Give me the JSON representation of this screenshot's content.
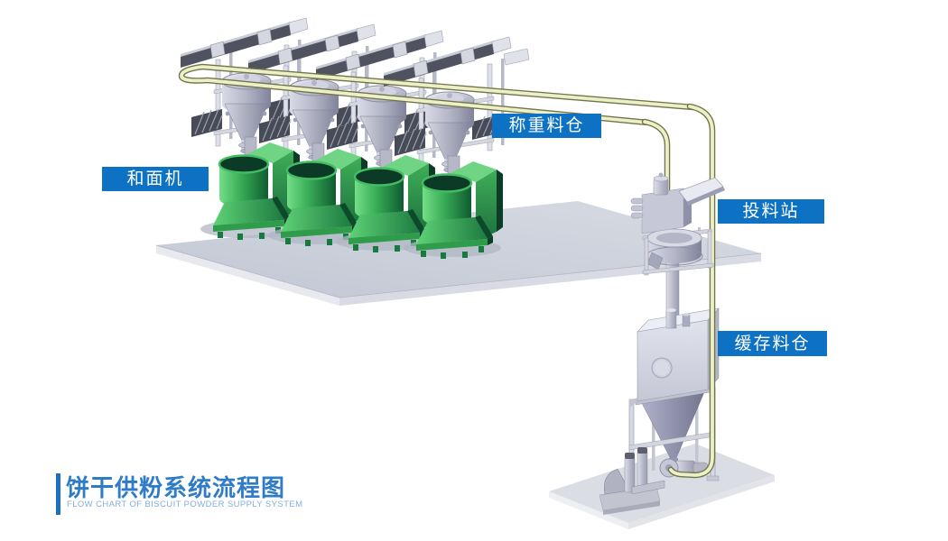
{
  "title_block": {
    "title": "饼干供粉系统流程图",
    "subtitle": "FLOW CHART OF BISCUIT POWDER SUPPLY SYSTEM"
  },
  "labels": {
    "weighing_silo": "称重料仓",
    "dough_mixer": "和面机",
    "feeding_station": "投料站",
    "buffer_silo": "缓存料仓"
  },
  "colors": {
    "label_bg": "#0d72c4",
    "label_text": "#ffffff",
    "title_text": "#2e7cc8",
    "title_bar": "#1e6fc2",
    "subtitle_text": "#84aedc",
    "mixer_green": "#31a34e",
    "pipe_yellow": "#edf0c6",
    "pipe_edge": "#70744a",
    "steel_light": "#d9dbe6",
    "steel_mid": "#a9abbd",
    "platform_gray": "#c9ced9",
    "beam_dark": "#4f5360",
    "accent_orange": "#e0862c"
  }
}
